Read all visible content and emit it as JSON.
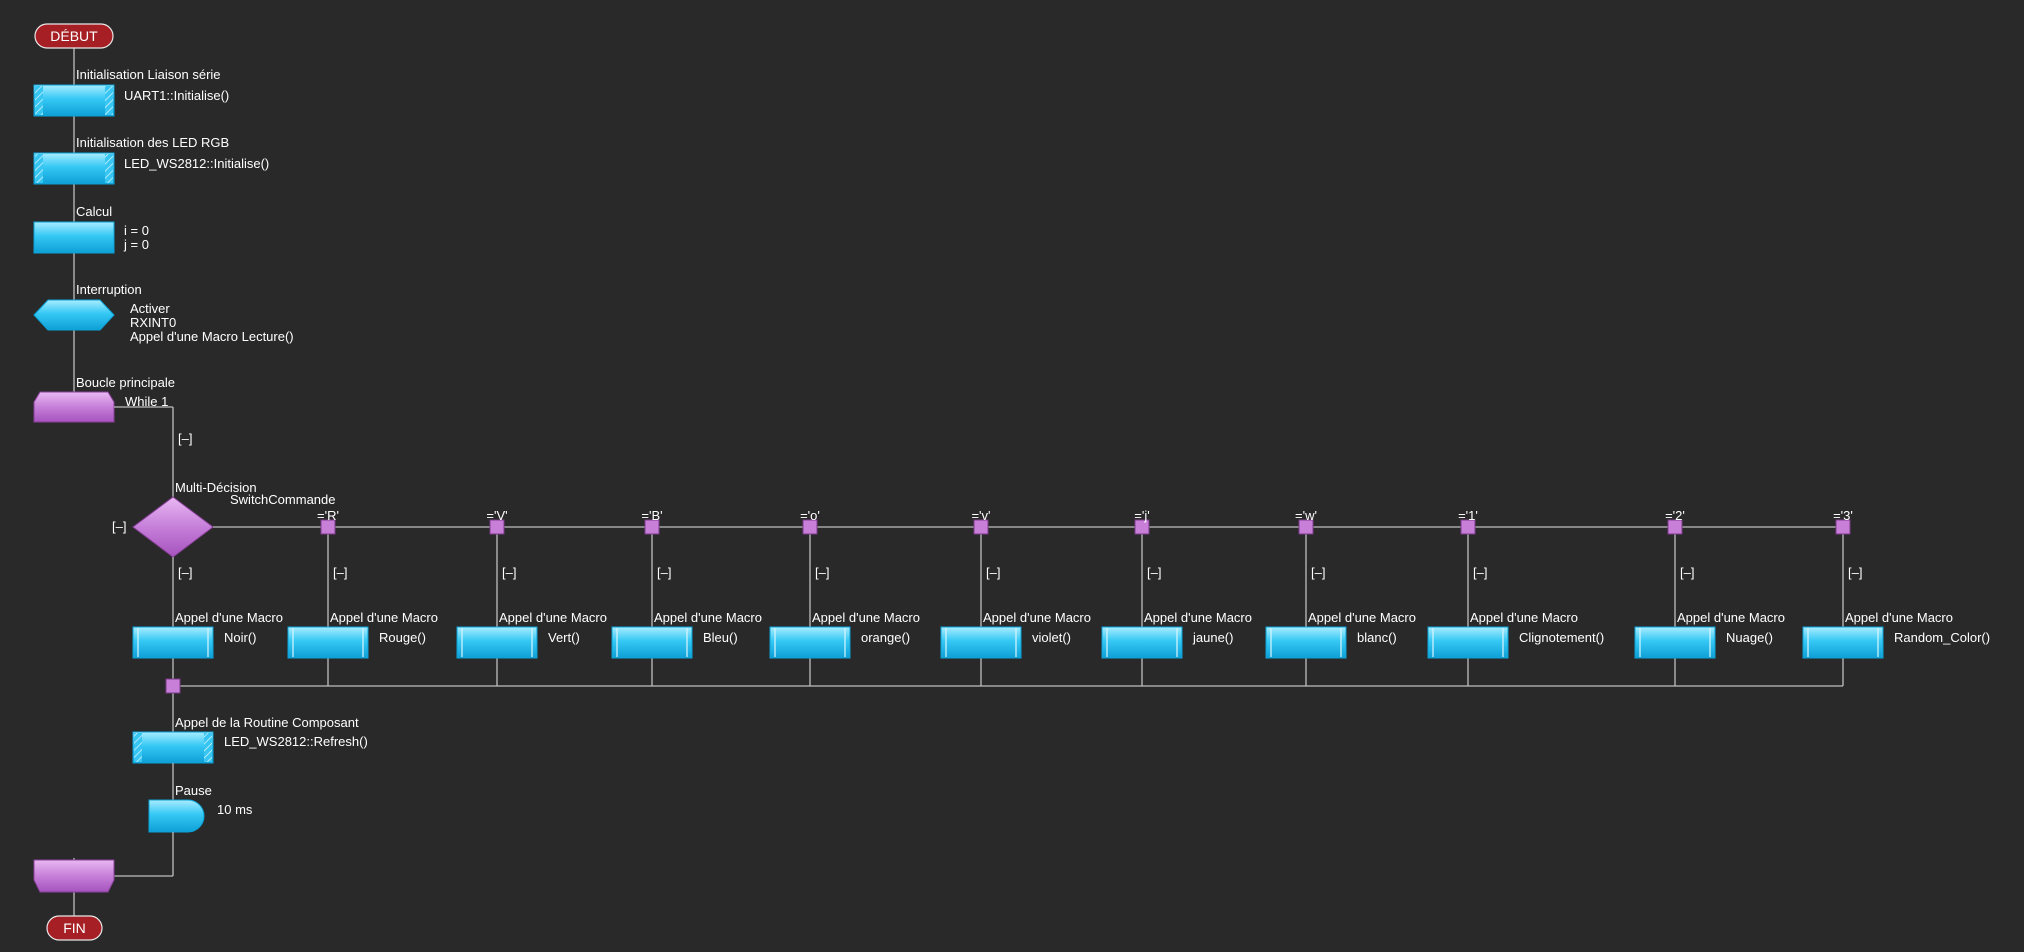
{
  "colors": {
    "background": "#292929",
    "terminal": "#a51f24",
    "block_blue": "#27c4f2",
    "loop_purple": "#c27ed6",
    "connector": "#bfbfbf"
  },
  "start": {
    "label": "DÉBUT"
  },
  "end": {
    "label": "FIN"
  },
  "steps": [
    {
      "title": "Initialisation Liaison série",
      "lines": [
        "UART1::Initialise()"
      ],
      "icon": "component-call-icon"
    },
    {
      "title": "Initialisation des LED RGB",
      "lines": [
        "LED_WS2812::Initialise()"
      ],
      "icon": "component-call-icon"
    },
    {
      "title": "Calcul",
      "lines": [
        "i = 0",
        "j = 0"
      ],
      "icon": "calculation-icon"
    },
    {
      "title": "Interruption",
      "lines": [
        "Activer",
        "RXINT0",
        "Appel d'une Macro Lecture()"
      ],
      "icon": "interrupt-icon"
    }
  ],
  "loop": {
    "title": "Boucle principale",
    "condition": "While 1",
    "collapse": "[–]"
  },
  "switch": {
    "title": "Multi-Décision",
    "variable": "SwitchCommande",
    "collapse": "[–]",
    "branch_collapse": "[–]",
    "call_title": "Appel d'une Macro",
    "default_call": "Noir()",
    "cases": [
      {
        "value": "='R'",
        "call": "Rouge()"
      },
      {
        "value": "='V'",
        "call": "Vert()"
      },
      {
        "value": "='B'",
        "call": "Bleu()"
      },
      {
        "value": "='o'",
        "call": "orange()"
      },
      {
        "value": "='v'",
        "call": "violet()"
      },
      {
        "value": "='j'",
        "call": "jaune()"
      },
      {
        "value": "='w'",
        "call": "blanc()"
      },
      {
        "value": "='1'",
        "call": "Clignotement()"
      },
      {
        "value": "='2'",
        "call": "Nuage()"
      },
      {
        "value": "='3'",
        "call": "Random_Color()"
      }
    ]
  },
  "refresh": {
    "title": "Appel de la Routine Composant",
    "call": "LED_WS2812::Refresh()"
  },
  "pause": {
    "title": "Pause",
    "value": "10 ms"
  }
}
